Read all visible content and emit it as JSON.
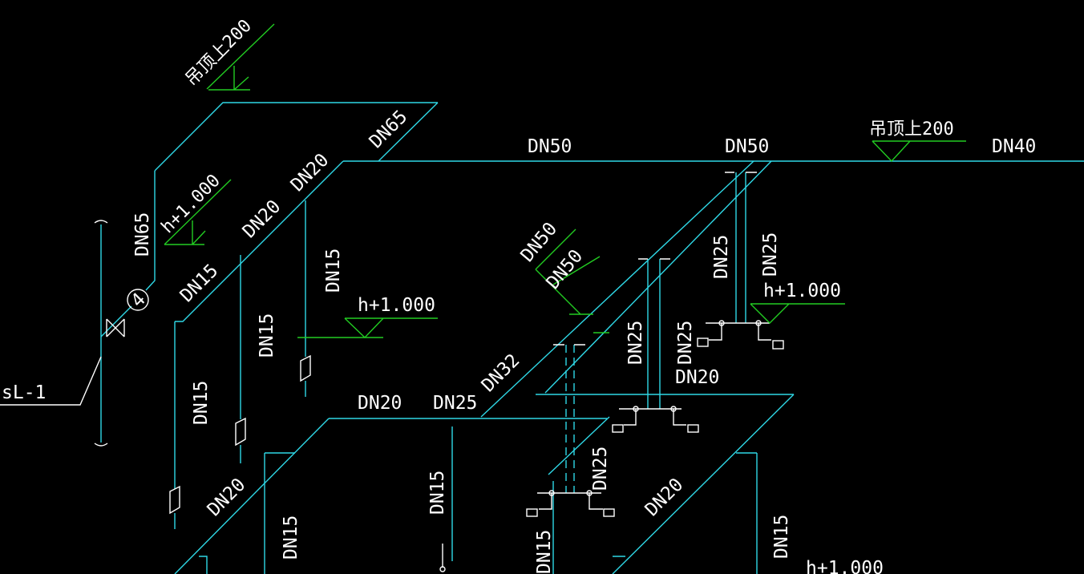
{
  "colors": {
    "background": "#000000",
    "pipe": "#2fd8e6",
    "elevation_marker": "#22cc22",
    "text": "#ffffff"
  },
  "riser_label": "sL-1",
  "meter_symbol": "4",
  "labels": {
    "top_hang": "吊顶上200",
    "top_dn65": "DN65",
    "left_dn65": "DN65",
    "left_h1000": "h+1.000",
    "dn20_a": "DN20",
    "dn20_b": "DN20",
    "dn15_a": "DN15",
    "dn15_vert_a": "DN15",
    "dn15_vert_b": "DN15",
    "dn15_vert_c": "DN15",
    "mid_h1000": "h+1.000",
    "dn50_main_a": "DN50",
    "dn50_main_b": "DN50",
    "right_hang": "吊顶上200",
    "dn40": "DN40",
    "dn50_diag_a": "DN50",
    "dn50_diag_b": "DN50",
    "dn25_r1": "DN25",
    "dn25_r2": "DN25",
    "right_h1000": "h+1.000",
    "dn25_m1": "DN25",
    "dn25_m2": "DN25",
    "dn20_m": "DN20",
    "dn32": "DN32",
    "dn20_bottom": "DN20",
    "dn25_bottom": "DN25",
    "dn20_lower_left": "DN20",
    "dn15_lower_a": "DN15",
    "dn15_lower_b": "DN15",
    "dn25_lower": "DN25",
    "dn15_lower_c": "DN15",
    "dn20_lower_right": "DN20",
    "dn15_lower_d": "DN15",
    "bottom_h1000": "h+1.000"
  }
}
